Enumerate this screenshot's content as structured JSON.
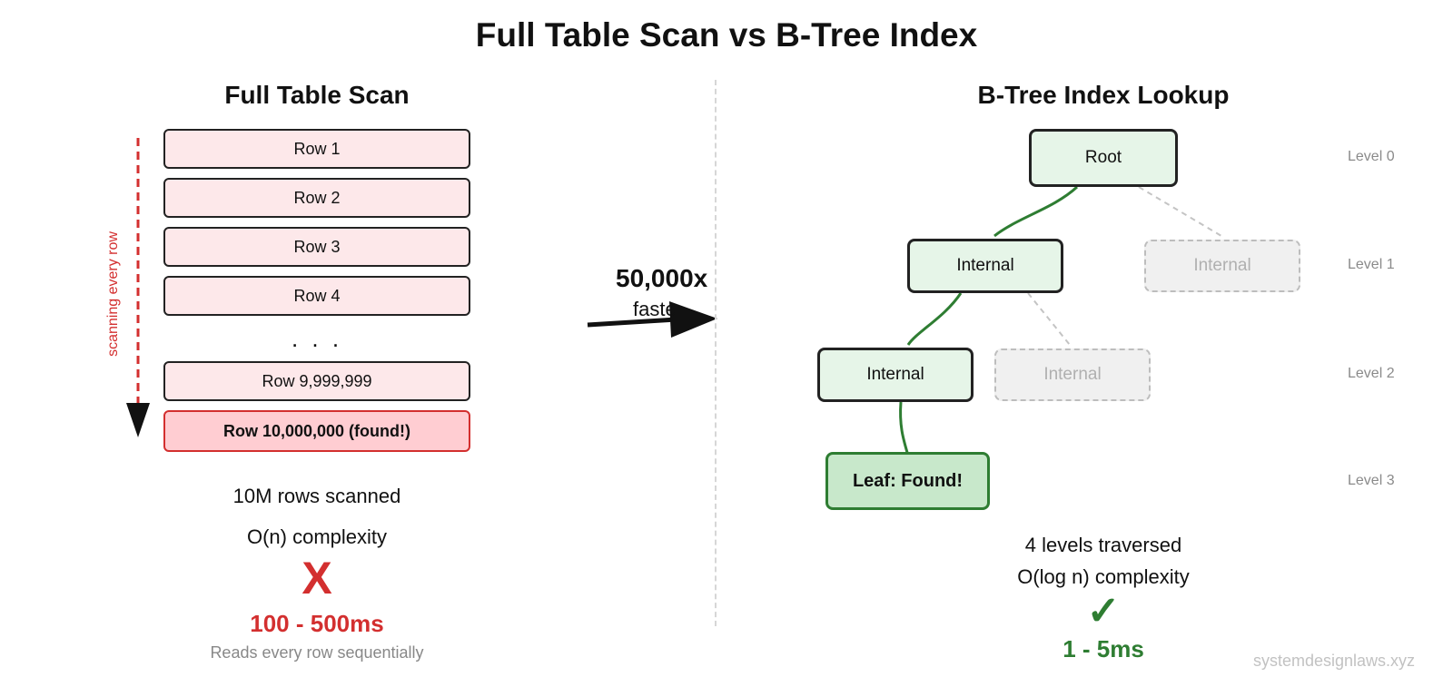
{
  "title": "Full Table Scan vs B-Tree Index",
  "scan": {
    "title": "Full Table Scan",
    "arrow_label": "scanning every row",
    "rows": [
      "Row 1",
      "Row 2",
      "Row 3",
      "Row 4"
    ],
    "ellipsis": ". . .",
    "row_second_last": "Row 9,999,999",
    "row_found": "Row 10,000,000 (found!)",
    "rows_scanned": "10M rows scanned",
    "complexity": "O(n) complexity",
    "result_mark": "X",
    "time": "100 - 500ms",
    "note": "Reads every row sequentially",
    "accent_color": "#d32f2f"
  },
  "comparison": {
    "speedup": "50,000x",
    "speedup_sub": "faster"
  },
  "btree": {
    "title": "B-Tree Index Lookup",
    "root": "Root",
    "internal_l1": "Internal",
    "internal_l1_ghost": "Internal",
    "internal_l2": "Internal",
    "internal_l2_ghost": "Internal",
    "leaf": "Leaf: Found!",
    "levels": [
      "Level 0",
      "Level 1",
      "Level 2",
      "Level 3"
    ],
    "levels_traversed": "4 levels traversed",
    "complexity": "O(log n) complexity",
    "result_mark": "✓",
    "time": "1 - 5ms",
    "accent_color": "#2e7d32"
  },
  "watermark": "systemdesignlaws.xyz"
}
